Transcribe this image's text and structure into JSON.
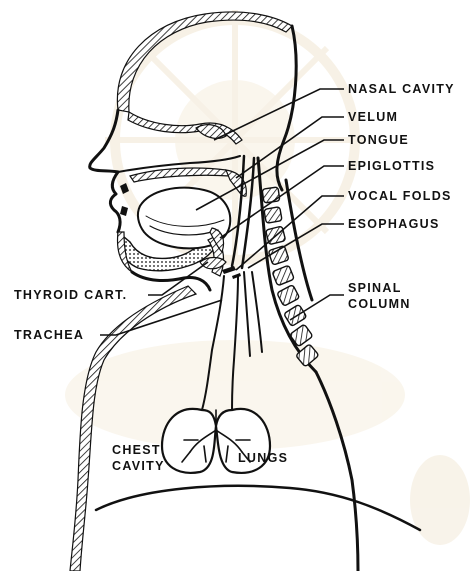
{
  "figure": {
    "subject": "Human vocal tract – sagittal section",
    "labels": {
      "nasal_cavity": "NASAL CAVITY",
      "velum": "VELUM",
      "tongue": "TONGUE",
      "epiglottis": "EPIGLOTTIS",
      "vocal_folds": "VOCAL FOLDS",
      "esophagus": "ESOPHAGUS",
      "spinal_1": "SPINAL",
      "spinal_2": "COLUMN",
      "thyroid": "THYROID CART.",
      "trachea": "TRACHEA",
      "chest_1": "CHEST",
      "chest_2": "CAVITY",
      "lungs": "LUNGS"
    },
    "colors": {
      "ink": "#111111",
      "watermark": "#f1e7d2"
    }
  }
}
